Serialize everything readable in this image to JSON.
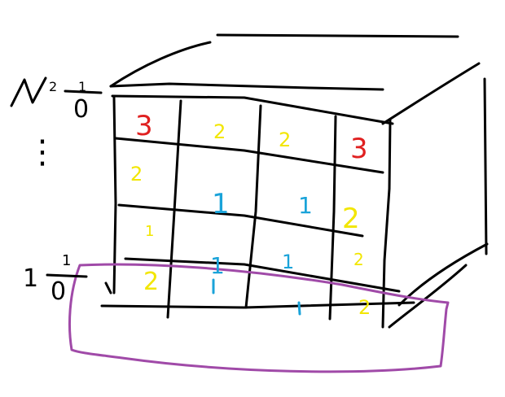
{
  "colors": {
    "ink": "#000000",
    "red": "#e02020",
    "yellow": "#f2e600",
    "blue": "#1aa3d9",
    "purple": "#a04aa8"
  },
  "labels": {
    "top_prefix": "N",
    "top_exponent": "2",
    "top_frac_num": "1",
    "top_frac_den": "0",
    "ellipsis": "⋮",
    "bottom_prefix": "1",
    "bottom_frac_num": "1",
    "bottom_frac_den": "0"
  },
  "grid_cells": [
    [
      "3",
      "2",
      "2",
      "3"
    ],
    [
      "2",
      "1",
      "1",
      "2"
    ],
    [
      "1",
      "",
      "",
      "2"
    ],
    [
      "2",
      "1",
      "1",
      "2"
    ]
  ],
  "grid_colors": [
    [
      "red",
      "yellow",
      "yellow",
      "red"
    ],
    [
      "yellow",
      "blue",
      "blue",
      "yellow"
    ],
    [
      "yellow",
      "",
      "",
      "yellow"
    ],
    [
      "yellow",
      "blue",
      "blue",
      "yellow"
    ]
  ]
}
